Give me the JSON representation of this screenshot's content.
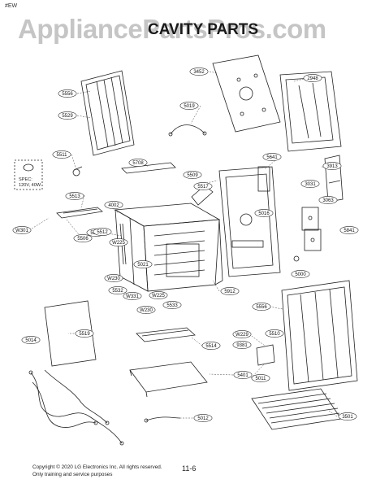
{
  "header_mark": "#EW",
  "watermark": "AppliancePartsPros.com",
  "section_title": "CAVITY PARTS",
  "callouts": [
    "3452",
    "2948",
    "5556",
    "5529",
    "5019",
    "5511",
    "5708",
    "5641",
    "3913",
    "3031",
    "3063",
    "5509",
    "5517",
    "4002",
    "5016",
    "5513",
    "W301",
    "5506",
    "5515",
    "5512",
    "W225",
    "5021",
    "5841",
    "5000",
    "W230",
    "5532",
    "W331",
    "W225",
    "W230",
    "5533",
    "5912",
    "5556",
    "5519",
    "W229",
    "9381",
    "5510",
    "5514",
    "5014",
    "5401",
    "5011",
    "5012",
    "3501"
  ],
  "spec_note": {
    "line1": "SPEC:",
    "line2": "120V, 40W"
  },
  "footer": {
    "copyright": "Copyright © 2020 LG Electronics Inc. All rights reserved.",
    "notice": "Only training and service purposes",
    "page": "11-6"
  }
}
